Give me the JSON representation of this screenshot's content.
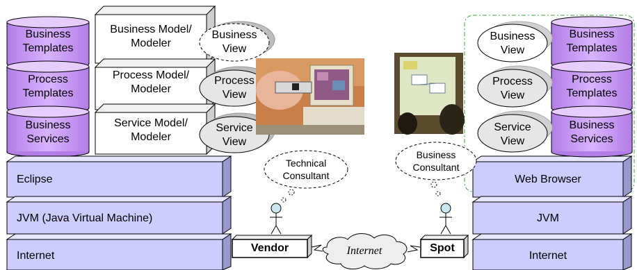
{
  "left": {
    "repositories": [
      {
        "line1": "Business",
        "line2": "Templates"
      },
      {
        "line1": "Process",
        "line2": "Templates"
      },
      {
        "line1": "Business",
        "line2": "Services"
      }
    ],
    "modelers": [
      {
        "line1": "Business Model/",
        "line2": "Modeler"
      },
      {
        "line1": "Process Model/",
        "line2": "Modeler"
      },
      {
        "line1": "Service Model/",
        "line2": "Modeler"
      }
    ],
    "views": [
      {
        "line1": "Business",
        "line2": "View"
      },
      {
        "line1": "Process",
        "line2": "View"
      },
      {
        "line1": "Service",
        "line2": "View"
      }
    ],
    "layers": [
      "Eclipse",
      "JVM (Java Virtual Machine)",
      "Internet"
    ]
  },
  "right": {
    "repositories": [
      {
        "line1": "Business",
        "line2": "Templates"
      },
      {
        "line1": "Process",
        "line2": "Templates"
      },
      {
        "line1": "Business",
        "line2": "Services"
      }
    ],
    "views": [
      {
        "line1": "Business",
        "line2": "View"
      },
      {
        "line1": "Process",
        "line2": "View"
      },
      {
        "line1": "Service",
        "line2": "View"
      }
    ],
    "layers": [
      "Web Browser",
      "JVM",
      "Internet"
    ]
  },
  "actors": {
    "vendor": {
      "label": "Vendor",
      "role_line1": "Technical",
      "role_line2": "Consultant"
    },
    "spot": {
      "label": "Spot",
      "role_line1": "Business",
      "role_line2": "Consultant"
    }
  },
  "network": {
    "label": "Internet"
  },
  "colors": {
    "purple_fill": "#cc99ff",
    "layer_fill": "#ccccff",
    "view_fill": "#dcdcdc",
    "group_border": "#33aa33"
  }
}
